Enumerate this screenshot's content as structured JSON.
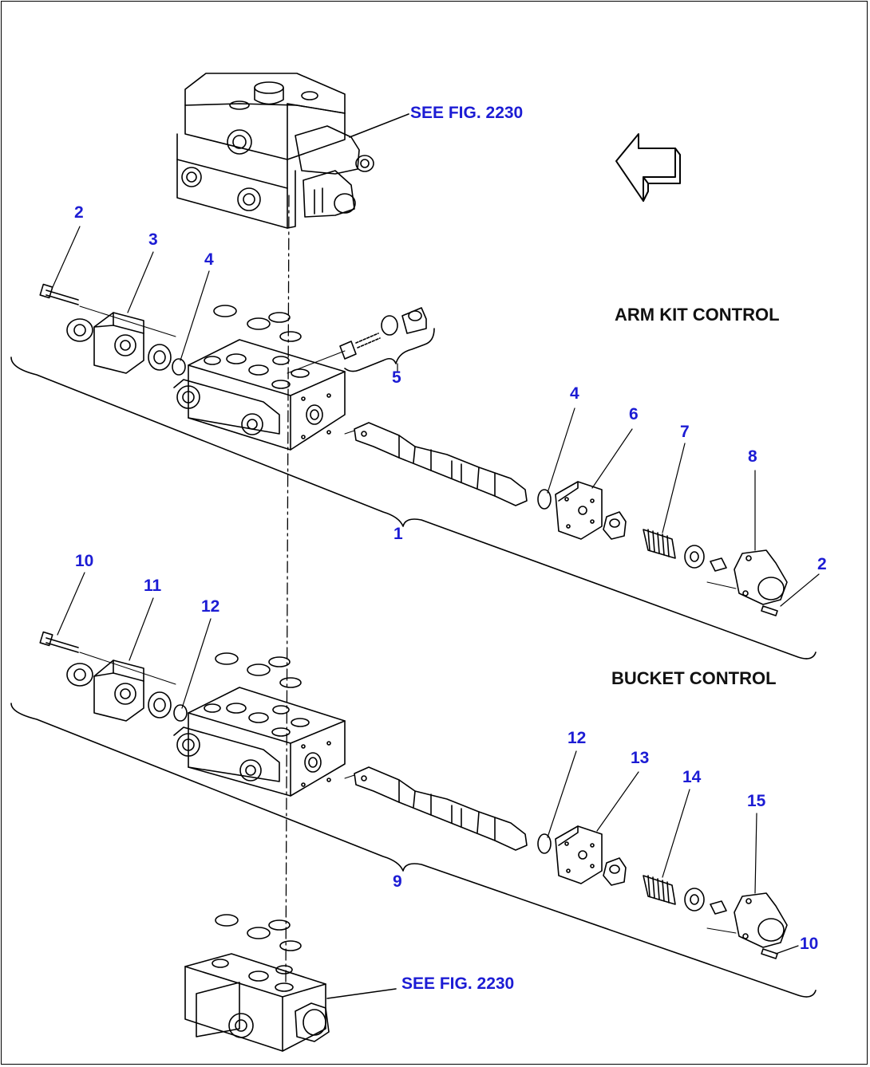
{
  "sections": {
    "arm_kit": "ARM KIT CONTROL",
    "bucket": "BUCKET CONTROL"
  },
  "references": {
    "top": "SEE FIG. 2230",
    "bottom": "SEE FIG. 2230"
  },
  "callouts": {
    "arm_2_left": "2",
    "arm_3": "3",
    "arm_4_left": "4",
    "arm_5": "5",
    "arm_4_right": "4",
    "arm_6": "6",
    "arm_7": "7",
    "arm_8": "8",
    "arm_2_right": "2",
    "arm_1": "1",
    "bucket_10_left": "10",
    "bucket_11": "11",
    "bucket_12_left": "12",
    "bucket_12_right": "12",
    "bucket_13": "13",
    "bucket_14": "14",
    "bucket_15": "15",
    "bucket_10_right": "10",
    "bucket_9": "9"
  },
  "colors": {
    "callout": "#1c1cd4",
    "line": "#000000"
  },
  "icons": {
    "direction": "direction-arrow-icon"
  }
}
